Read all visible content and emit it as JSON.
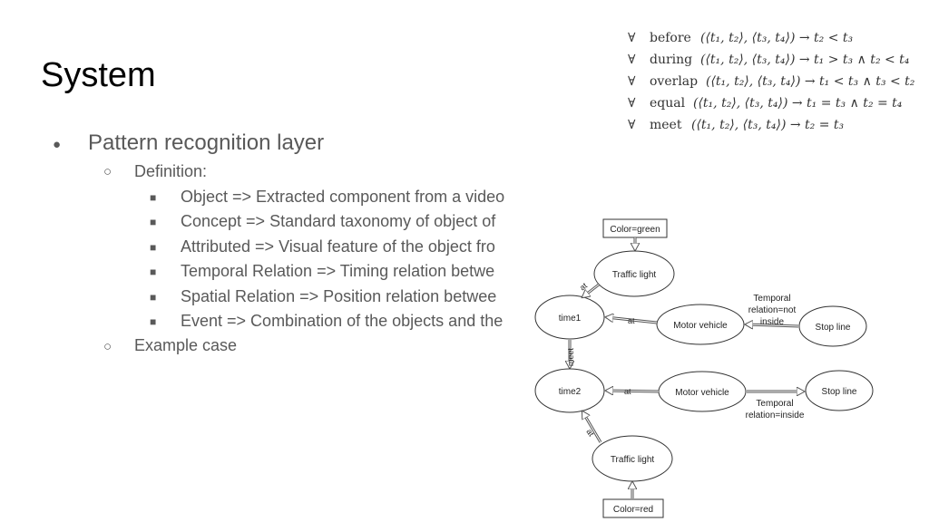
{
  "slide": {
    "title": "System",
    "bullets": {
      "level1": "Pattern recognition layer",
      "definition_label": "Definition:",
      "items": [
        "Object => Extracted component from a video",
        "Concept => Standard taxonomy of object of",
        "Attributed => Visual feature of the object fro",
        "Temporal Relation => Timing relation betwe",
        "Spatial Relation => Position relation betwee",
        "Event => Combination of the objects and the"
      ],
      "example_label": "Example case"
    },
    "markers": {
      "level1": "●",
      "level2": "○",
      "level3": "■"
    }
  },
  "formulas": {
    "forall": "∀",
    "rows": [
      {
        "name": "before",
        "expr": "(⟨t₁, t₂⟩, ⟨t₃, t₄⟩) → t₂ < t₃"
      },
      {
        "name": "during",
        "expr": "(⟨t₁, t₂⟩, ⟨t₃, t₄⟩) → t₁ > t₃ ∧ t₂ < t₄"
      },
      {
        "name": "overlap",
        "expr": "(⟨t₁, t₂⟩, ⟨t₃, t₄⟩) → t₁ < t₃ ∧ t₃ < t₂"
      },
      {
        "name": "equal",
        "expr": "(⟨t₁, t₂⟩, ⟨t₃, t₄⟩) → t₁ = t₃ ∧ t₂ = t₄"
      },
      {
        "name": "meet",
        "expr": "(⟨t₁, t₂⟩, ⟨t₃, t₄⟩) → t₂ = t₃"
      }
    ]
  },
  "diagram": {
    "color_green": "Color=green",
    "traffic_light_top": "Traffic light",
    "time1": "time1",
    "motor_vehicle_top": "Motor vehicle",
    "stop_line_top": "Stop line",
    "temporal_not_inside_1": "Temporal",
    "temporal_not_inside_2": "relation=not",
    "temporal_not_inside_3": "inside",
    "time2": "time2",
    "motor_vehicle_bottom": "Motor vehicle",
    "stop_line_bottom": "Stop line",
    "temporal_inside_1": "Temporal",
    "temporal_inside_2": "relation=inside",
    "traffic_light_bottom": "Traffic light",
    "color_red": "Color=red",
    "at": "at",
    "meet": "meet"
  }
}
